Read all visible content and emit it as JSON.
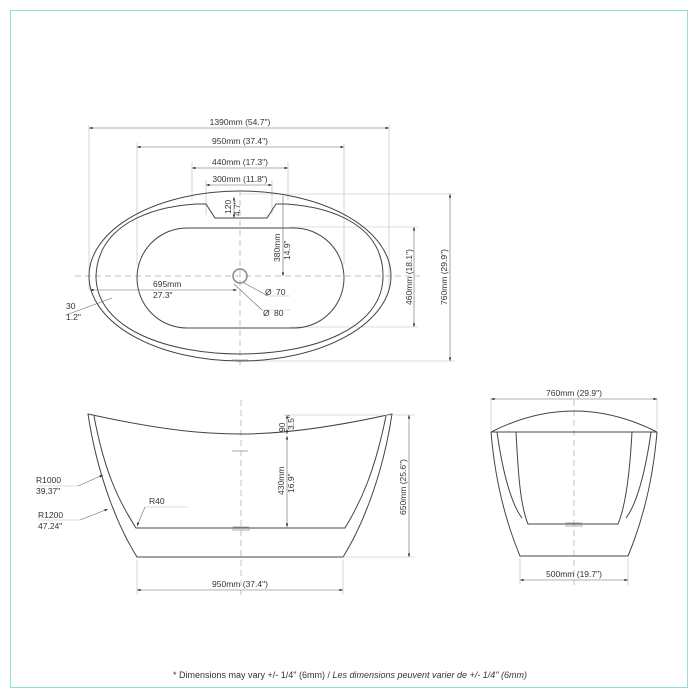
{
  "frame": {
    "border_color": "#8fdedc"
  },
  "top_view": {
    "overall_length": "1390mm (54.7\")",
    "basin_length": "950mm (37.4\")",
    "headrest_outer": "440mm (17.3\")",
    "headrest_inner": "300mm (11.8\")",
    "headrest_depth_mm": "120",
    "headrest_depth_in": "4.7\"",
    "drain_to_wall_mm": "380mm",
    "drain_to_wall_in": "14.9\"",
    "drain_offset_mm": "695mm",
    "drain_offset_in": "27.3\"",
    "rim_mm": "30",
    "rim_in": "1.2\"",
    "drain_inner": "70",
    "drain_outer": "80",
    "diameter_symbol": "Ø",
    "basin_width": "460mm (18.1\")",
    "overall_width": "760mm (29.9\")"
  },
  "side_view": {
    "radius_outer_inner_mm": "R1000",
    "radius_outer_inner_in": "39.37\"",
    "radius_outer_mm": "R1200",
    "radius_outer_in": "47.24\"",
    "corner_radius": "R40",
    "rim_drop_mm": "90",
    "rim_drop_in": "3.5\"",
    "depth_mm": "430mm",
    "depth_in": "16.9\"",
    "overall_height": "650mm (25.6\")",
    "base_length": "950mm (37.4\")"
  },
  "end_view": {
    "top_width": "760mm (29.9\")",
    "base_width": "500mm (19.7\")"
  },
  "footnote": {
    "en": "* Dimensions may vary +/- 1/4\" (6mm) / ",
    "fr": "Les dimensions peuvent varier de +/- 1/4\" (6mm)"
  }
}
